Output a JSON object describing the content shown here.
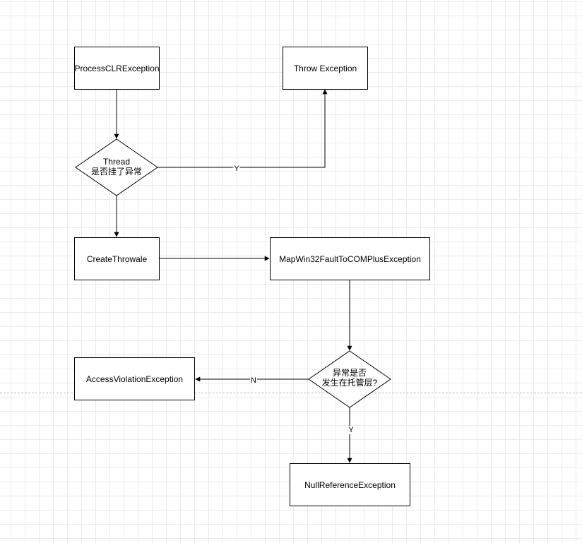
{
  "diagram": {
    "nodes": {
      "process_clr": "ProcessCLRException",
      "throw_exception": "Throw Exception",
      "thread_check": [
        "Thread",
        "是否挂了异常"
      ],
      "create_throwable": "CreateThrowale",
      "map_win32": "MapWin32FaultToCOMPlusException",
      "managed_check": [
        "异常是否",
        "发生在托管层?"
      ],
      "access_violation": "AccessViolationException",
      "null_reference": "NullReferenceException"
    },
    "edges": {
      "thread_yes": "Y",
      "managed_no": "N",
      "managed_yes": "Y"
    }
  }
}
